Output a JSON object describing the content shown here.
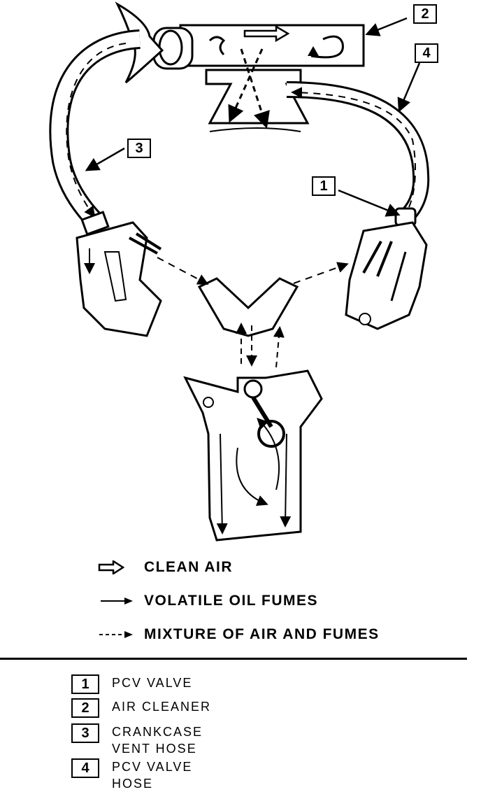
{
  "callouts": {
    "c1": "1",
    "c2": "2",
    "c3": "3",
    "c4": "4"
  },
  "legend": [
    {
      "symbol": "hollow-arrow",
      "label": "CLEAN AIR"
    },
    {
      "symbol": "solid-arrow",
      "label": "VOLATILE OIL FUMES"
    },
    {
      "symbol": "dashed-arrow",
      "label": "MIXTURE OF AIR AND FUMES"
    }
  ],
  "key": [
    {
      "number": "1",
      "label": "PCV VALVE"
    },
    {
      "number": "2",
      "label": "AIR CLEANER"
    },
    {
      "number": "3",
      "label": "CRANKCASE\nVENT HOSE"
    },
    {
      "number": "4",
      "label": "PCV VALVE\nHOSE"
    }
  ]
}
